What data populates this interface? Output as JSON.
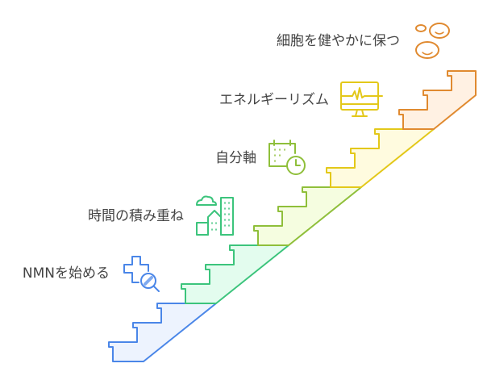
{
  "title": "Staircase diagram",
  "steps": [
    {
      "label": "NMNを始める",
      "icon": "medical-search-icon",
      "stroke": "#4a86e8",
      "fill": "#edf3fe"
    },
    {
      "label": "時間の積み重ね",
      "icon": "city-buildings-icon",
      "stroke": "#3cc47c",
      "fill": "#e3fcee"
    },
    {
      "label": "自分軸",
      "icon": "calendar-clock-icon",
      "stroke": "#8fbf3a",
      "fill": "#f5fde0"
    },
    {
      "label": "エネルギーリズム",
      "icon": "heartbeat-monitor-icon",
      "stroke": "#e3c81a",
      "fill": "#fffbdf"
    },
    {
      "label": "細胞を健やかに保つ",
      "icon": "smiling-cells-icon",
      "stroke": "#e08a30",
      "fill": "#fff1e3"
    }
  ]
}
